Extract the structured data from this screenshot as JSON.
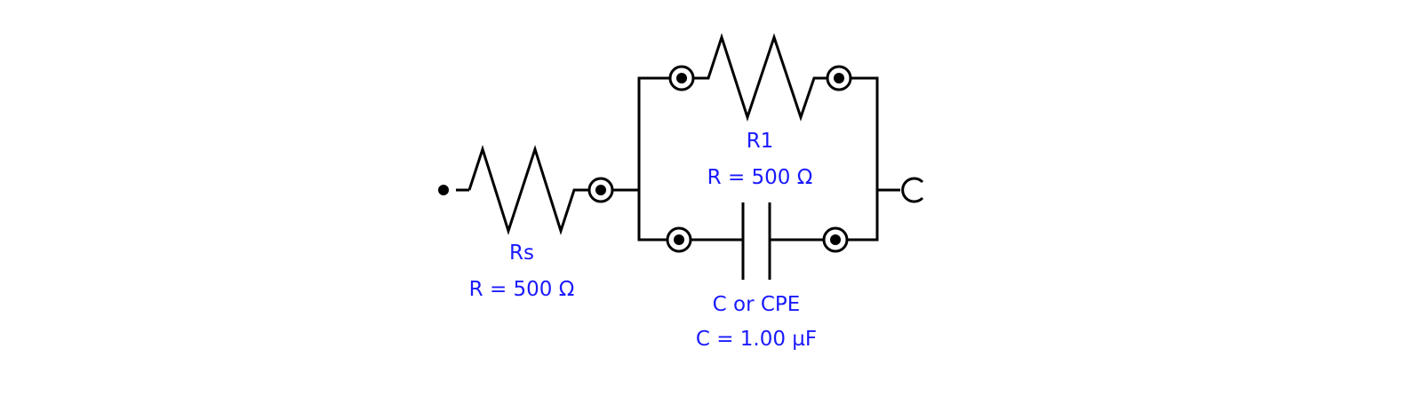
{
  "colors": {
    "wire": "#000000",
    "label": "#1a1aff",
    "background": "#ffffff"
  },
  "components": {
    "rs": {
      "name": "Rs",
      "value": "R = 500 Ω"
    },
    "r1": {
      "name": "R1",
      "value": "R = 500 Ω"
    },
    "c": {
      "name": "C or CPE",
      "value": "C = 1.00 µF"
    }
  }
}
